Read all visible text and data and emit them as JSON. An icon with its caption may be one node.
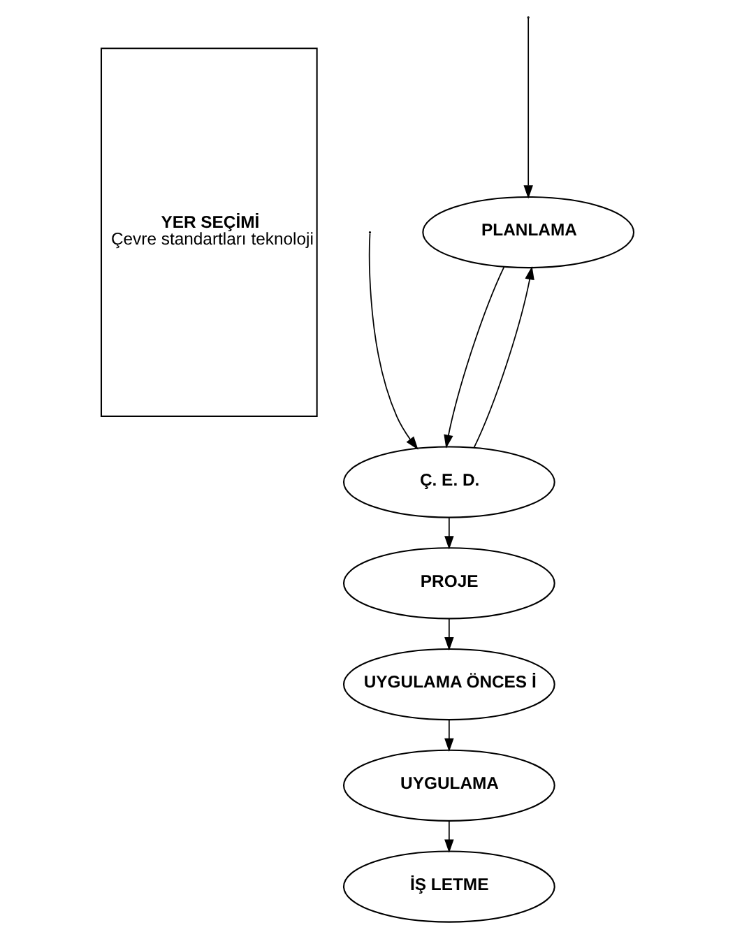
{
  "diagram": {
    "nodes": [
      {
        "text": [
          "YER SEÇİMİ",
          "Çevre standartları teknoloji"
        ]
      },
      {
        "text": [
          "PLANLAMA"
        ]
      },
      {
        "text": [
          "Ç. E. D."
        ]
      },
      {
        "text": [
          "PROJE"
        ]
      },
      {
        "text": [
          "UYGULAMA ÖNCES İ"
        ]
      },
      {
        "text": [
          "UYGULAMA"
        ]
      },
      {
        "text": [
          "İŞ LETME"
        ]
      }
    ],
    "edges": [
      {
        "from": null,
        "to": 1,
        "arrow": "to"
      },
      {
        "from": null,
        "to": 2,
        "arrow": "to"
      },
      {
        "from": 2,
        "to": 1,
        "arrow": "to"
      },
      {
        "from": 1,
        "to": 2,
        "arrow": "to"
      },
      {
        "from": 2,
        "to": 3,
        "arrow": "to"
      },
      {
        "from": 3,
        "to": 4,
        "arrow": "to"
      },
      {
        "from": 4,
        "to": 5,
        "arrow": "to"
      },
      {
        "from": 5,
        "to": 6,
        "arrow": "to"
      }
    ]
  }
}
